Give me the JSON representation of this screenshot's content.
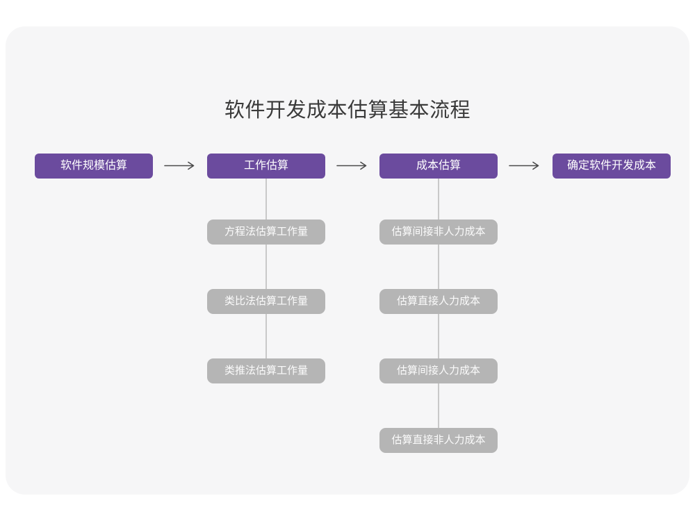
{
  "title": "软件开发成本估算基本流程",
  "colors": {
    "card_background": "#f6f6f7",
    "primary_box": "#6b4b9e",
    "secondary_box": "#b5b5b5",
    "connector_line": "#c9c9c9",
    "arrow": "#4a4a4a",
    "title_text": "#3a3a3a"
  },
  "flow": {
    "main_steps": [
      {
        "label": "软件规模估算"
      },
      {
        "label": "工作估算"
      },
      {
        "label": "成本估算"
      },
      {
        "label": "确定软件开发成本"
      }
    ],
    "work_estimation_methods": [
      {
        "label": "方程法估算工作量"
      },
      {
        "label": "类比法估算工作量"
      },
      {
        "label": "类推法估算工作量"
      }
    ],
    "cost_estimation_steps": [
      {
        "label": "估算间接非人力成本"
      },
      {
        "label": "估算直接人力成本"
      },
      {
        "label": "估算间接人力成本"
      },
      {
        "label": "估算直接非人力成本"
      }
    ]
  }
}
